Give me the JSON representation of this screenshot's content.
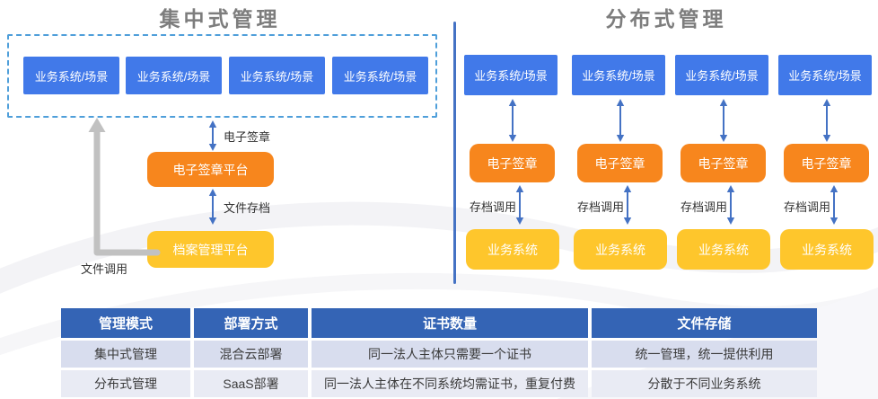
{
  "left": {
    "title": "集中式管理",
    "scenario_boxes": [
      "业务系统/场景",
      "业务系统/场景",
      "业务系统/场景",
      "业务系统/场景"
    ],
    "esign_flow_label": "电子签章",
    "esign_platform_label": "电子签章平台",
    "archive_flow_label": "文件存档",
    "archive_platform_label": "档案管理平台",
    "file_call_label": "文件调用"
  },
  "right": {
    "title": "分布式管理",
    "columns": [
      {
        "scenario": "业务系统/场景",
        "esign": "电子签章",
        "flow_label": "存档调用",
        "system": "业务系统"
      },
      {
        "scenario": "业务系统/场景",
        "esign": "电子签章",
        "flow_label": "存档调用",
        "system": "业务系统"
      },
      {
        "scenario": "业务系统/场景",
        "esign": "电子签章",
        "flow_label": "存档调用",
        "system": "业务系统"
      },
      {
        "scenario": "业务系统/场景",
        "esign": "电子签章",
        "flow_label": "存档调用",
        "system": "业务系统"
      }
    ]
  },
  "comparison_table": {
    "headers": [
      "管理模式",
      "部署方式",
      "证书数量",
      "文件存储"
    ],
    "rows": [
      [
        "集中式管理",
        "混合云部署",
        "同一法人主体只需要一个证书",
        "统一管理，统一提供利用"
      ],
      [
        "分布式管理",
        "SaaS部署",
        "同一法人主体在不同系统均需证书，重复付费",
        "分散于不同业务系统"
      ]
    ]
  },
  "colors": {
    "scenario_blue": "#4179E9",
    "platform_orange": "#F7861D",
    "platform_yellow": "#FEC62C",
    "arrow_blue": "#4472C4",
    "divider_blue": "#4472C4",
    "dashed_border_blue": "#4F9FDA",
    "title_gray": "#7D7D7D",
    "table_header_blue": "#3464B5",
    "table_row_odd": "#D8DDEE",
    "table_row_even": "#E9EBF4",
    "gray_arrow": "#C1C1C1"
  }
}
